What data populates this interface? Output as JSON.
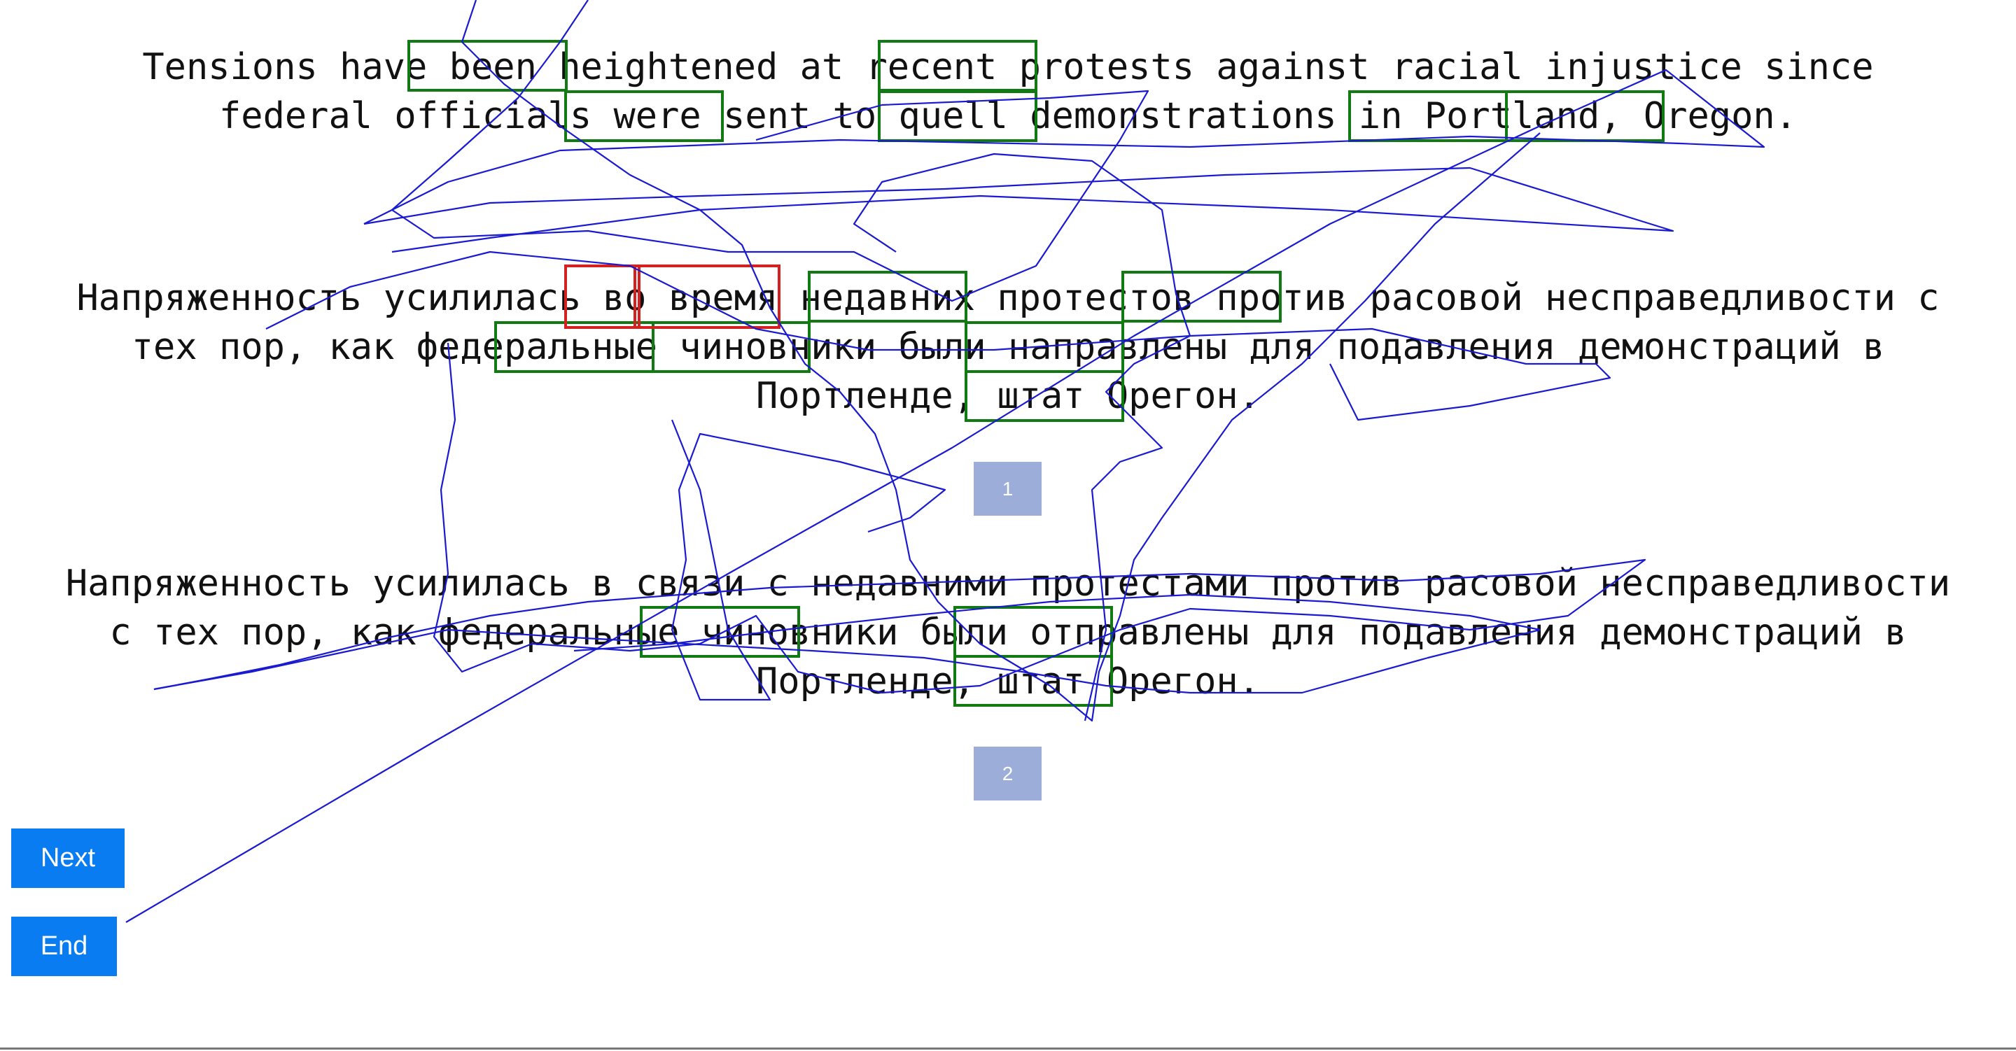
{
  "source_sentence": {
    "lines": [
      "Tensions have been heightened at recent protests against racial injustice since",
      "federal officials were sent to quell demonstrations in Portland, Oregon."
    ]
  },
  "translations": [
    {
      "lines": [
        "Напряженность усилилась во время недавних протестов против расовой несправедливости с",
        "тех пор, как федеральные чиновники были направлены для подавления демонстраций в",
        "Портленде, штат Орегон."
      ],
      "badge": "1"
    },
    {
      "lines": [
        "Напряженность усилилась в связи с недавними протестами против расовой несправедливости",
        "с тех пор, как федеральные чиновники были отправлены для подавления демонстраций в",
        "Портленде, штат Орегон."
      ],
      "badge": "2"
    }
  ],
  "buttons": {
    "next": "Next",
    "end": "End"
  },
  "colors": {
    "badge_background": "#9badd8",
    "button_background": "#0a7cf2",
    "highlight_match": "#127a12",
    "highlight_mismatch": "#d42020",
    "gaze_trace": "#1a1ad0"
  }
}
